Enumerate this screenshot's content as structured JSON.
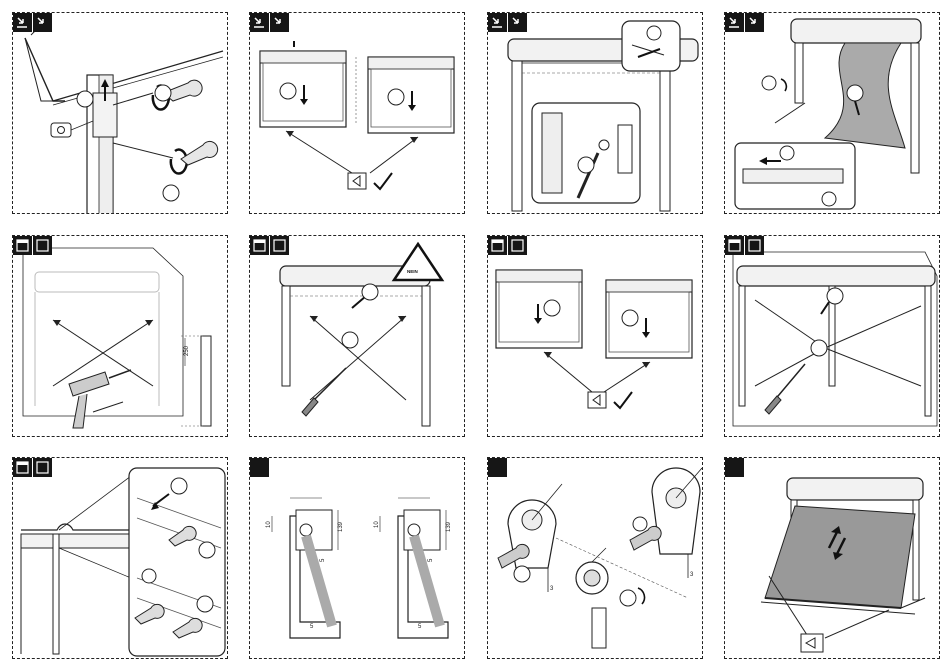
{
  "panels": [
    {
      "id": "p1",
      "header": [
        "arrow-icon",
        "arrow-icon"
      ]
    },
    {
      "id": "p2",
      "header": [
        "arrow-icon",
        "arrow-icon"
      ]
    },
    {
      "id": "p3",
      "header": [
        "arrow-icon",
        "arrow-icon"
      ]
    },
    {
      "id": "p4",
      "header": [
        "arrow-icon",
        "arrow-icon"
      ]
    },
    {
      "id": "p5",
      "header": [
        "window-icon",
        "window-icon"
      ]
    },
    {
      "id": "p6",
      "header": [
        "window-icon",
        "window-icon"
      ]
    },
    {
      "id": "p7",
      "header": [
        "window-icon",
        "window-icon"
      ]
    },
    {
      "id": "p8",
      "header": [
        "window-icon",
        "window-icon"
      ]
    },
    {
      "id": "p9",
      "header": [
        "window-icon",
        "window-icon"
      ]
    },
    {
      "id": "p10",
      "header": [
        "square-icon"
      ]
    },
    {
      "id": "p11",
      "header": [
        "square-icon"
      ]
    },
    {
      "id": "p12",
      "header": [
        "square-icon"
      ]
    }
  ],
  "p5": {
    "dimension": "250"
  },
  "p6": {
    "warning_badge": "NEIN"
  },
  "p10": {
    "left": {
      "top": "10",
      "right": "139",
      "bottom_small": "5",
      "bottom": "5"
    },
    "right": {
      "top": "10",
      "right": "139",
      "bottom_small": "5",
      "bottom": "5"
    }
  },
  "p11": {
    "label_a": "3",
    "label_b": "3"
  }
}
